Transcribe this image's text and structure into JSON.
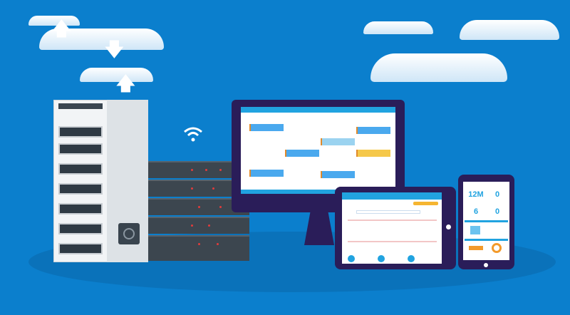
{
  "phone_stats": {
    "stat_1": "12M",
    "stat_2": "0",
    "stat_3": "6",
    "stat_4": "0"
  },
  "colors": {
    "background": "#0b7fcd",
    "device_frame": "#2a1d59",
    "accent": "#21a3e0"
  }
}
